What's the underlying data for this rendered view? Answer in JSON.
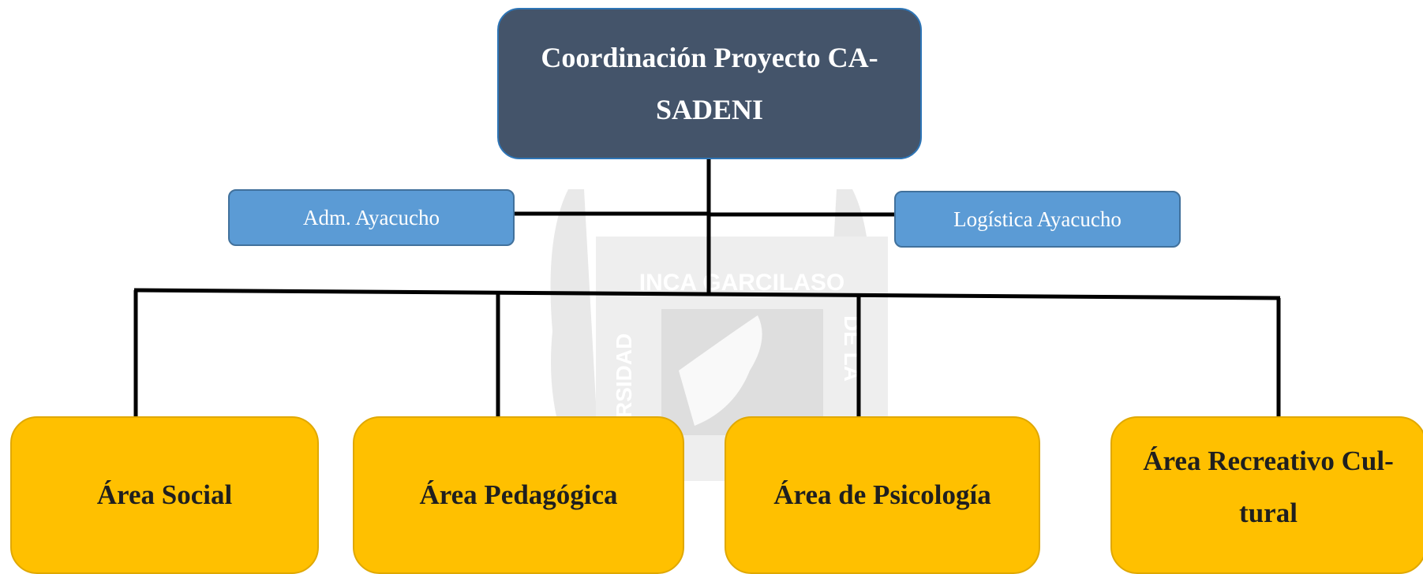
{
  "organigram": {
    "coordination": "Coordinación Proyecto CA-SADENI",
    "support_left": "Adm. Ayacucho",
    "support_right": "Logística Ayacucho",
    "areas": [
      "Área Social",
      "Área Pedagógica",
      "Área de Psicología",
      "Área Recreativo Cul-tural"
    ]
  },
  "watermark": {
    "top_text": "INCA GARCILASO",
    "left_text": "RSIDAD",
    "right_text": "DE LA"
  },
  "colors": {
    "coordination_fill": "#44546a",
    "support_fill": "#5b9bd5",
    "area_fill": "#ffc000",
    "connector": "#000000"
  }
}
